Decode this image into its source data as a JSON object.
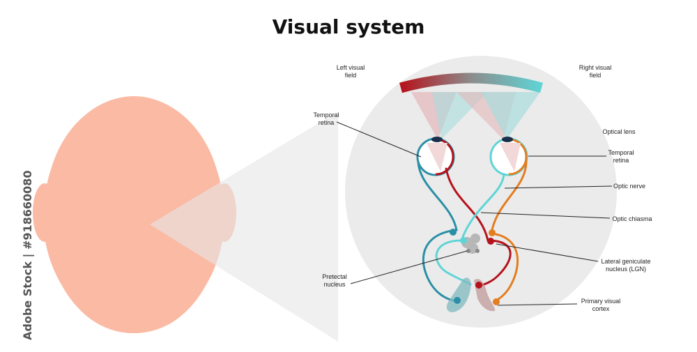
{
  "title": "Visual system",
  "labels": {
    "left_visual_field": [
      "Left visual",
      "field"
    ],
    "right_visual_field": [
      "Right visual",
      "field"
    ],
    "temporal_retina_left": [
      "Temporal",
      "retina"
    ],
    "temporal_retina_right": [
      "Temporal",
      "retina"
    ],
    "optical_lens": "Optical lens",
    "optic_nerve": "Optic nerve",
    "optic_chiasma": "Optic chiasma",
    "lgn": [
      "Lateral geniculate",
      "nucleus (LGN)"
    ],
    "pretectal_nucleus": [
      "Pretectal",
      "nucleus"
    ],
    "primary_visual_cortex": [
      "Primary visual",
      "cortex"
    ]
  },
  "watermark": "Adobe Stock | #918660080",
  "colors": {
    "skin": "#fbbaa4",
    "circle": "#ebebeb",
    "left_pathway_red": "#b5121b",
    "right_pathway_orange": "#e47d1f",
    "teal": "#2a8fa6",
    "cyan": "#5fd4d6",
    "cortex_shade": "#b7b7b7"
  }
}
